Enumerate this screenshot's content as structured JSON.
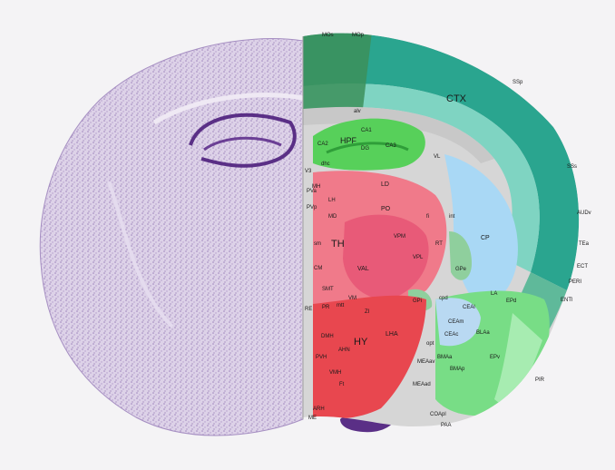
{
  "labels": {
    "MOs": "MOs",
    "MOp": "MOp",
    "SSp": "SSp",
    "SSs": "SSs",
    "AUDv": "AUDv",
    "TEa": "TEa",
    "ECT": "ECT",
    "PERI": "PERI",
    "ENTl": "ENTl",
    "PIR": "PIR",
    "CTX": "CTX",
    "HPF": "HPF",
    "CA1": "CA1",
    "CA2": "CA2",
    "CA3": "CA3",
    "DG": "DG",
    "LD": "LD",
    "PO": "PO",
    "TH": "TH",
    "VPM": "VPM",
    "VPL": "VPL",
    "VAL": "VAL",
    "MD": "MD",
    "LH": "LH",
    "MH": "MH",
    "CM": "CM",
    "SMT": "SMT",
    "PR": "PR",
    "RE": "RE",
    "VM": "VM",
    "VL": "VL",
    "CP": "CP",
    "GPe": "GPe",
    "GPi": "GPi",
    "HY": "HY",
    "LHA": "LHA",
    "DMH": "DMH",
    "VMH": "VMH",
    "ARH": "ARH",
    "ME": "ME",
    "CEAm": "CEAm",
    "CEAl": "CEAl",
    "CEAc": "CEAc",
    "LA": "LA",
    "BLAa": "BLAa",
    "BMAa": "BMAa",
    "BMAp": "BMAp",
    "EPd": "EPd",
    "EPv": "EPv",
    "MEAav": "MEAav",
    "MEAad": "MEAad",
    "COApl": "COApl",
    "PAA": "PAA",
    "V3": "V3",
    "RT": "RT",
    "ZI": "ZI",
    "AHN": "AHN",
    "PVH": "PVH",
    "PVp": "PVp",
    "PVa": "PVa",
    "fi": "fi",
    "int": "int",
    "opt": "opt",
    "cpd": "cpd",
    "alv": "alv",
    "dhc": "dhc",
    "mtt": "mtt",
    "sm": "sm",
    "Ft": "Ft"
  },
  "colors": {
    "background": "#f4f3f5",
    "nissl": "#b9a3cf",
    "nissl_dark": "#5a2f86",
    "cortex_teal": "#2aa58f",
    "cortex_light": "#7fd4c2",
    "hippocampus": "#57d05a",
    "thalamus": "#f07a8a",
    "hypothalamus": "#e8474f",
    "striatum": "#a9d8f5",
    "pallidum": "#8fcf9d",
    "amygdala": "#78dd86",
    "fiber_tracts": "#c8c8c8"
  }
}
